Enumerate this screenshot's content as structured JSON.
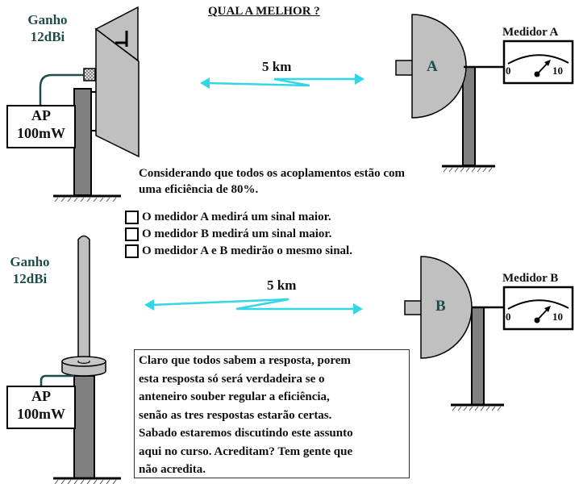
{
  "title": "QUAL A MELHOR ?",
  "top_setup": {
    "gain_line1": "Ganho",
    "gain_line2": "12dBi",
    "ap_line1": "AP",
    "ap_line2": "100mW",
    "antenna_type": "panel-sector",
    "distance": "5 km",
    "dish_label": "A",
    "meter": {
      "title": "Medidor A",
      "scale_min": "0",
      "scale_max": "10"
    }
  },
  "bottom_setup": {
    "gain_line1": "Ganho",
    "gain_line2": "12dBi",
    "ap_line1": "AP",
    "ap_line2": "100mW",
    "antenna_type": "omni-vertical",
    "distance": "5 km",
    "dish_label": "B",
    "meter": {
      "title": "Medidor B",
      "scale_min": "0",
      "scale_max": "10"
    }
  },
  "question": "Considerando que todos os acoplamentos estão com uma eficiência de 80%.",
  "options": [
    {
      "label": "O medidor A medirá um sinal maior.",
      "checked": false
    },
    {
      "label": "O medidor B medirá um sinal maior.",
      "checked": false
    },
    {
      "label": "O medidor A e B medirão o mesmo sinal.",
      "checked": false
    }
  ],
  "answer_lines": [
    "Claro que todos sabem a resposta, porem",
    "esta resposta só será verdadeira se o",
    "anteneiro souber regular a eficiência,",
    "senão as tres respostas estarão certas.",
    "Sabado estaremos discutindo este assunto",
    "aqui no curso. Acreditam? Tem gente que",
    "não acredita."
  ],
  "colors": {
    "link_arrow": "#33d6e6",
    "cable": "#1f4d4d",
    "pole": "#808080",
    "antenna_fill": "#c0c0c0",
    "label_teal": "#1f4d4d"
  }
}
